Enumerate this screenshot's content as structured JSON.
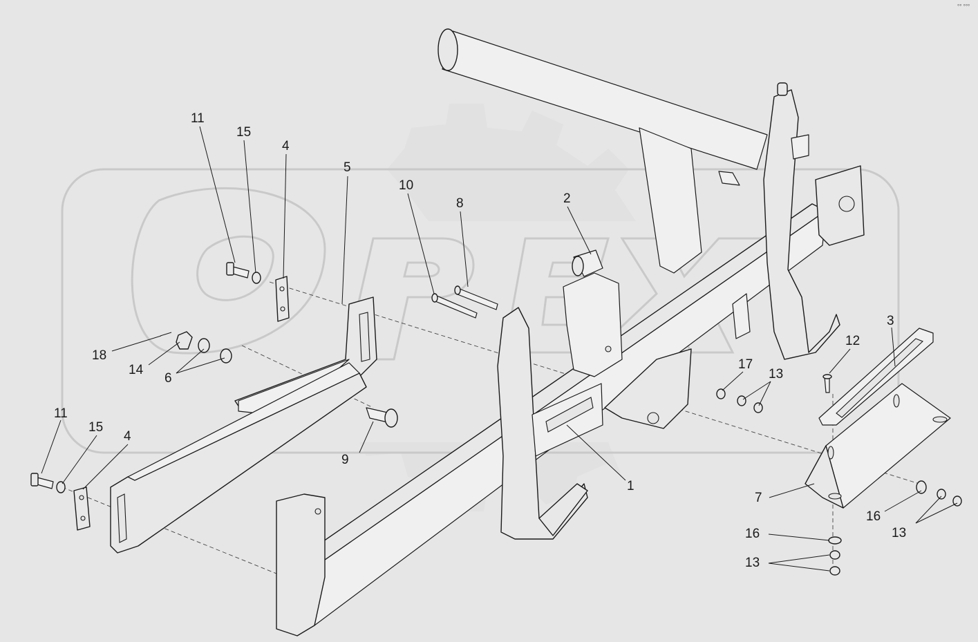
{
  "corner_mark": "°° °°°",
  "callouts": {
    "n1": "1",
    "n2": "2",
    "n3": "3",
    "n4a": "4",
    "n4b": "4",
    "n5": "5",
    "n6": "6",
    "n7": "7",
    "n8": "8",
    "n9": "9",
    "n10": "10",
    "n11a": "11",
    "n11b": "11",
    "n12": "12",
    "n13a": "13",
    "n13b": "13",
    "n13c": "13",
    "n14": "14",
    "n15a": "15",
    "n15b": "15",
    "n16a": "16",
    "n16b": "16",
    "n17": "17",
    "n18": "18"
  },
  "watermark": {
    "logo_text": "OPEX"
  }
}
